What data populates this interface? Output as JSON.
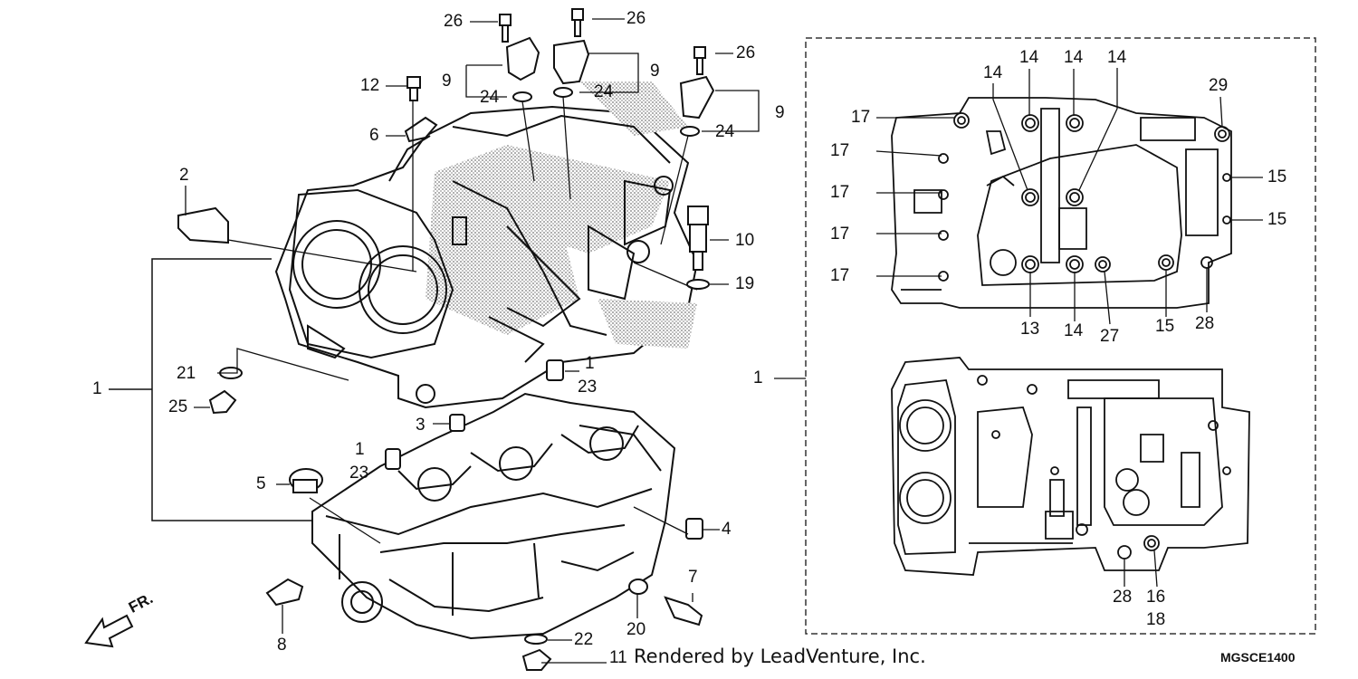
{
  "diagram": {
    "credit": "Rendered by LeadVenture, Inc.",
    "code": "MGSCE1400",
    "fr_label": "FR.",
    "callouts": [
      {
        "id": "c26a",
        "text": "26"
      },
      {
        "id": "c26b",
        "text": "26"
      },
      {
        "id": "c26c",
        "text": "26"
      },
      {
        "id": "c9a",
        "text": "9"
      },
      {
        "id": "c9b",
        "text": "9"
      },
      {
        "id": "c9c",
        "text": "9"
      },
      {
        "id": "c12",
        "text": "12"
      },
      {
        "id": "c24a",
        "text": "24"
      },
      {
        "id": "c24b",
        "text": "24"
      },
      {
        "id": "c24c",
        "text": "24"
      },
      {
        "id": "c6",
        "text": "6"
      },
      {
        "id": "c2",
        "text": "2"
      },
      {
        "id": "c10",
        "text": "10"
      },
      {
        "id": "c19",
        "text": "19"
      },
      {
        "id": "c1a",
        "text": "1"
      },
      {
        "id": "c1b",
        "text": "1"
      },
      {
        "id": "c1c",
        "text": "1"
      },
      {
        "id": "c1d",
        "text": "1"
      },
      {
        "id": "c21",
        "text": "21"
      },
      {
        "id": "c25",
        "text": "25"
      },
      {
        "id": "c23a",
        "text": "23"
      },
      {
        "id": "c23b",
        "text": "23"
      },
      {
        "id": "c3",
        "text": "3"
      },
      {
        "id": "c5",
        "text": "5"
      },
      {
        "id": "c4",
        "text": "4"
      },
      {
        "id": "c7",
        "text": "7"
      },
      {
        "id": "c8",
        "text": "8"
      },
      {
        "id": "c20",
        "text": "20"
      },
      {
        "id": "c22",
        "text": "22"
      },
      {
        "id": "c11",
        "text": "11"
      },
      {
        "id": "c17a",
        "text": "17"
      },
      {
        "id": "c17b",
        "text": "17"
      },
      {
        "id": "c17c",
        "text": "17"
      },
      {
        "id": "c17d",
        "text": "17"
      },
      {
        "id": "c17e",
        "text": "17"
      },
      {
        "id": "c14a",
        "text": "14"
      },
      {
        "id": "c14b",
        "text": "14"
      },
      {
        "id": "c14c",
        "text": "14"
      },
      {
        "id": "c14d",
        "text": "14"
      },
      {
        "id": "c14e",
        "text": "14"
      },
      {
        "id": "c29",
        "text": "29"
      },
      {
        "id": "c15a",
        "text": "15"
      },
      {
        "id": "c15b",
        "text": "15"
      },
      {
        "id": "c15c",
        "text": "15"
      },
      {
        "id": "c13",
        "text": "13"
      },
      {
        "id": "c27",
        "text": "27"
      },
      {
        "id": "c28a",
        "text": "28"
      },
      {
        "id": "c28b",
        "text": "28"
      },
      {
        "id": "c16",
        "text": "16"
      },
      {
        "id": "c18",
        "text": "18"
      }
    ]
  }
}
